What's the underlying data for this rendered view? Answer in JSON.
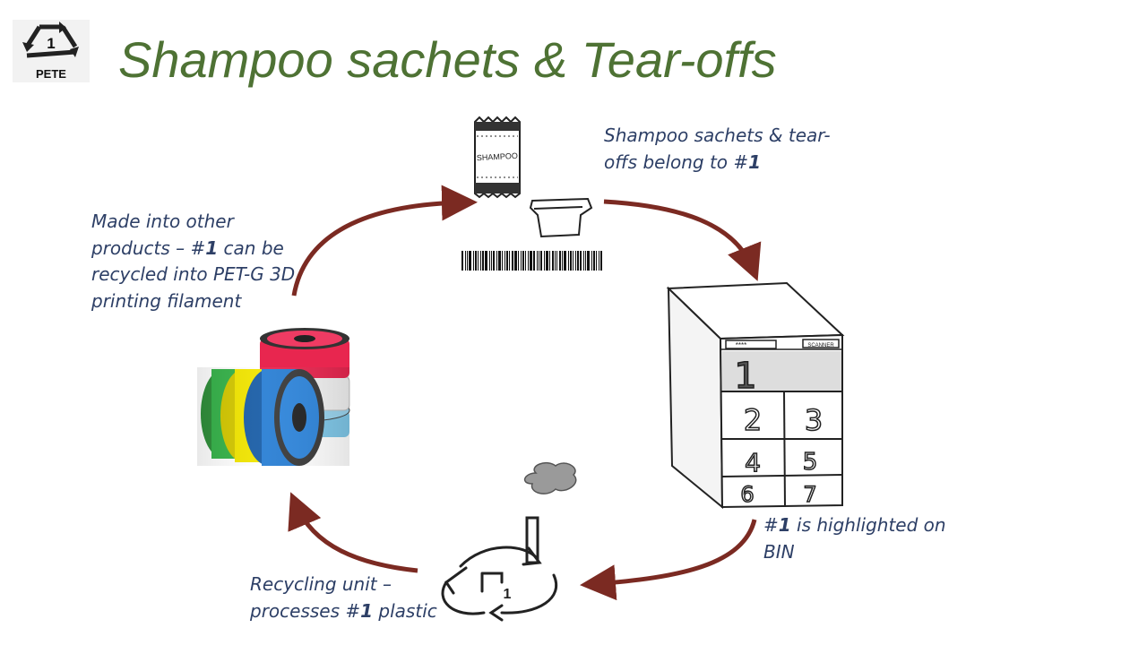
{
  "title": "Shampoo sachets & Tear-offs",
  "logo": {
    "number": "1",
    "label": "PETE"
  },
  "captions": {
    "sachets": {
      "line1": "Shampoo sachets & tear-",
      "line2_pre": "offs belong to #",
      "line2_num": "1"
    },
    "bin": {
      "line1_pre": "#",
      "line1_num": "1",
      "line1_post": " is highlighted on",
      "line2": "BIN"
    },
    "recycling": {
      "line1": "Recycling unit –",
      "line2_pre": "processes #",
      "line2_num": "1",
      "line2_post": " plastic"
    },
    "products": {
      "line1": "Made into other",
      "line2_pre": "products – #",
      "line2_num": "1",
      "line2_post": " can be",
      "line3": "recycled into PET-G 3D",
      "line4": "printing filament"
    }
  },
  "sachet": {
    "label": "SHAMPOO"
  },
  "bin": {
    "header_left": "****",
    "header_right": "SCANNER",
    "compartments": [
      "1",
      "2",
      "3",
      "4",
      "5",
      "6",
      "7"
    ]
  },
  "recycler": {
    "number": "1"
  },
  "colors": {
    "title": "#4e7234",
    "caption": "#2d3f66",
    "arrow": "#7b2a22"
  }
}
